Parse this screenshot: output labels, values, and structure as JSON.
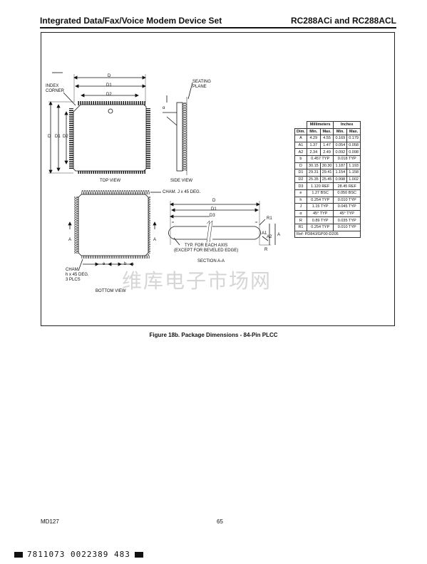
{
  "header": {
    "left": "Integrated Data/Fax/Voice Modem Device Set",
    "right": "RC288ACi and RC288ACL"
  },
  "figure": {
    "caption": "Figure 18b.  Package Dimensions - 84-Pin PLCC",
    "top_view": {
      "title": "TOP VIEW",
      "index_corner": "INDEX\nCORNER",
      "d": "D",
      "d1": "D1",
      "d2": "D2"
    },
    "side_view": {
      "title": "SIDE VIEW",
      "seating_plane": "SEATING\nPLANE",
      "alpha": "α"
    },
    "bottom_view": {
      "title": "BOTTOM VIEW",
      "cham_j": "CHAM. J x 45 DEG.",
      "cham_h": "CHAM.\nh x 45 DEG.\n3 PLCS",
      "a": "A",
      "e": "e",
      "b": "b"
    },
    "section": {
      "title": "SECTION A-A",
      "note": "TYP. FOR EACH AXIS\n(EXCEPT FOR BEVELED EDGE)",
      "d": "D",
      "d1": "D1",
      "d3": "D3",
      "r1": "R1",
      "a1": "A1",
      "a2": "A2",
      "a": "A",
      "r": "R"
    }
  },
  "table": {
    "group_mm": "Millimeters",
    "group_in": "Inches",
    "col_dim": "Dim.",
    "col_min": "Min.",
    "col_max": "Max.",
    "rows": [
      {
        "dim": "A",
        "mm": [
          "4.29",
          "4.55"
        ],
        "in": [
          "0.169",
          "0.179"
        ]
      },
      {
        "dim": "A1",
        "mm": [
          "1.37",
          "1.47"
        ],
        "in": [
          "0.054",
          "0.058"
        ]
      },
      {
        "dim": "A2",
        "mm": [
          "2.34",
          "2.49"
        ],
        "in": [
          "0.092",
          "0.098"
        ]
      },
      {
        "dim": "b",
        "mm_span": "0.457 TYP",
        "in_span": "0.018 TYP"
      },
      {
        "dim": "D",
        "mm": [
          "30.15",
          "30.30"
        ],
        "in": [
          "1.187",
          "1.193"
        ]
      },
      {
        "dim": "D1",
        "mm": [
          "29.31",
          "29.41"
        ],
        "in": [
          "1.154",
          "1.158"
        ]
      },
      {
        "dim": "D2",
        "mm": [
          "25.35",
          "25.45"
        ],
        "in": [
          "0.998",
          "1.002"
        ]
      },
      {
        "dim": "D3",
        "mm_span": "1.120 REF",
        "in_span": "28.45 REF"
      },
      {
        "dim": "e",
        "mm_span": "1.27 BSC",
        "in_span": "0.050 BSC"
      },
      {
        "dim": "h",
        "mm_span": "0.254 TYP",
        "in_span": "0.010 TYP"
      },
      {
        "dim": "J",
        "mm_span": "1.15 TYP",
        "in_span": "0.045 TYP"
      },
      {
        "dim": "α",
        "mm_span": "45° TYP",
        "in_span": "45° TYP"
      },
      {
        "dim": "R",
        "mm_span": "0.89 TYP",
        "in_span": "0.035 TYP"
      },
      {
        "dim": "R1",
        "mm_span": "0.254 TYP",
        "in_span": "0.010 TYP"
      }
    ],
    "ref": "Ref: PD84J/GP00-D205"
  },
  "watermark": "维库电子市场网",
  "footer": {
    "left": "MD127",
    "page": "65",
    "barcode": "7811073 0022389 483"
  }
}
